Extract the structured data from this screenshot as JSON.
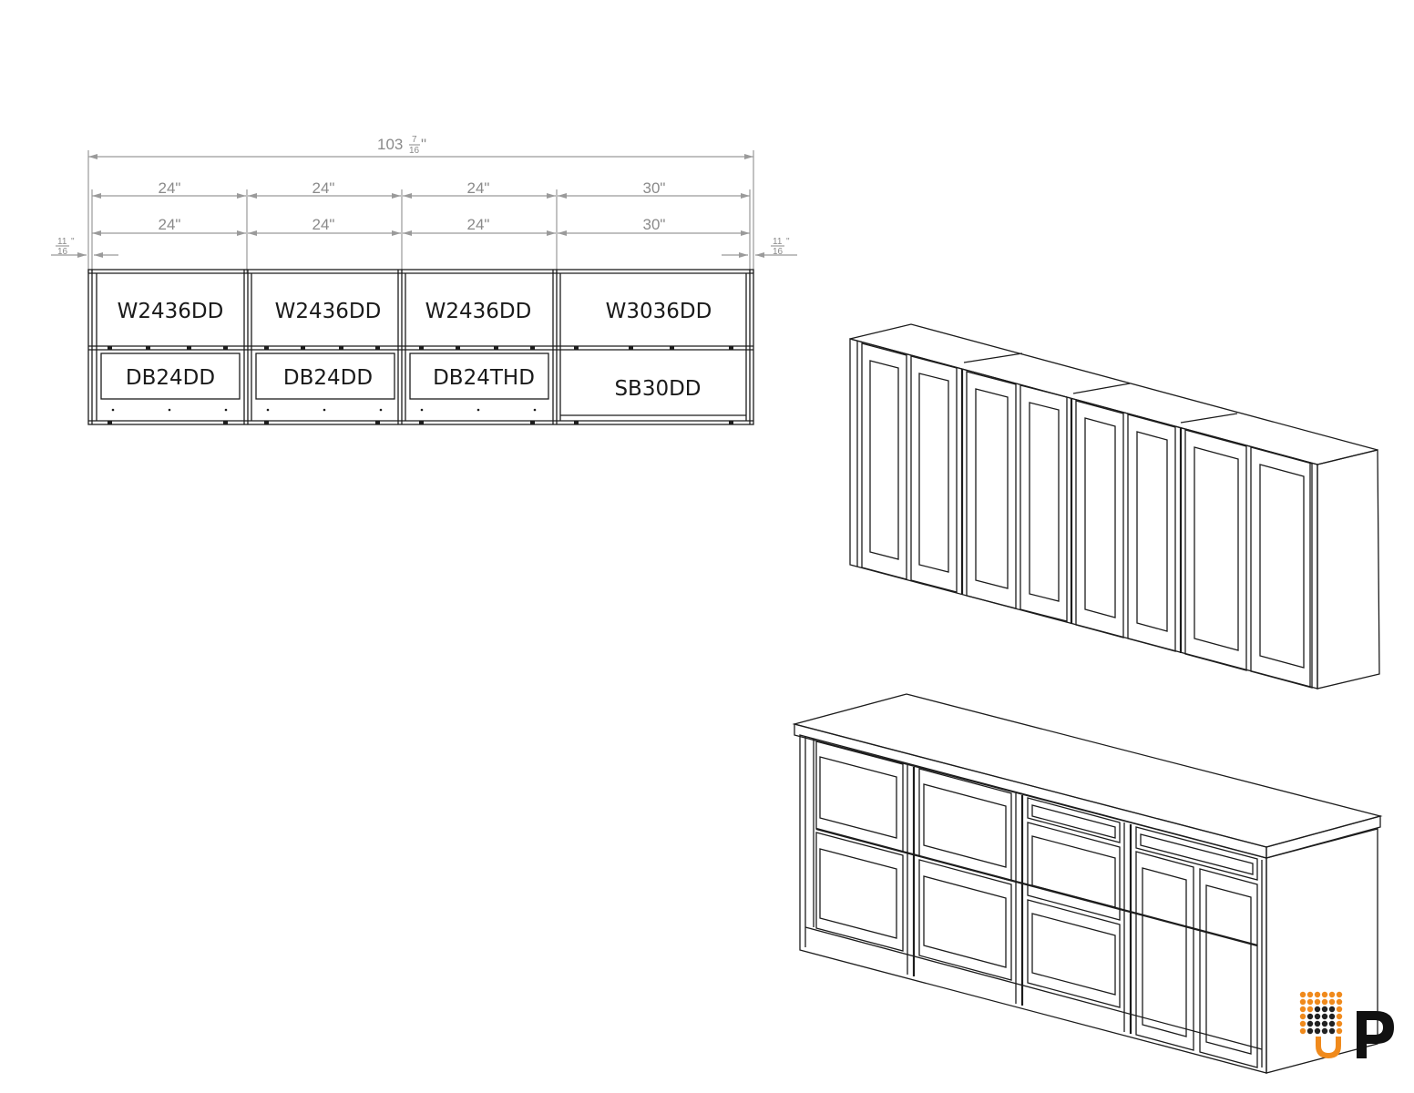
{
  "plan": {
    "overall_width": {
      "whole": "103",
      "num": "7",
      "den": "16",
      "unit": "\""
    },
    "upper_widths": [
      "24\"",
      "24\"",
      "24\"",
      "30\""
    ],
    "lower_widths": [
      "24\"",
      "24\"",
      "24\"",
      "30\""
    ],
    "side_offset": {
      "num": "11",
      "den": "16",
      "unit": "\""
    },
    "wall_cabinets": [
      "W2436DD",
      "W2436DD",
      "W2436DD",
      "W3036DD"
    ],
    "base_cabinets": [
      "DB24DD",
      "DB24DD",
      "DB24THD",
      "SB30DD"
    ]
  },
  "colors": {
    "line": "#1c1c1c",
    "dimension": "#8a8a8a",
    "logo_orange": "#f08a1c",
    "logo_dark": "#222222"
  },
  "logo": {
    "text": "UP"
  }
}
